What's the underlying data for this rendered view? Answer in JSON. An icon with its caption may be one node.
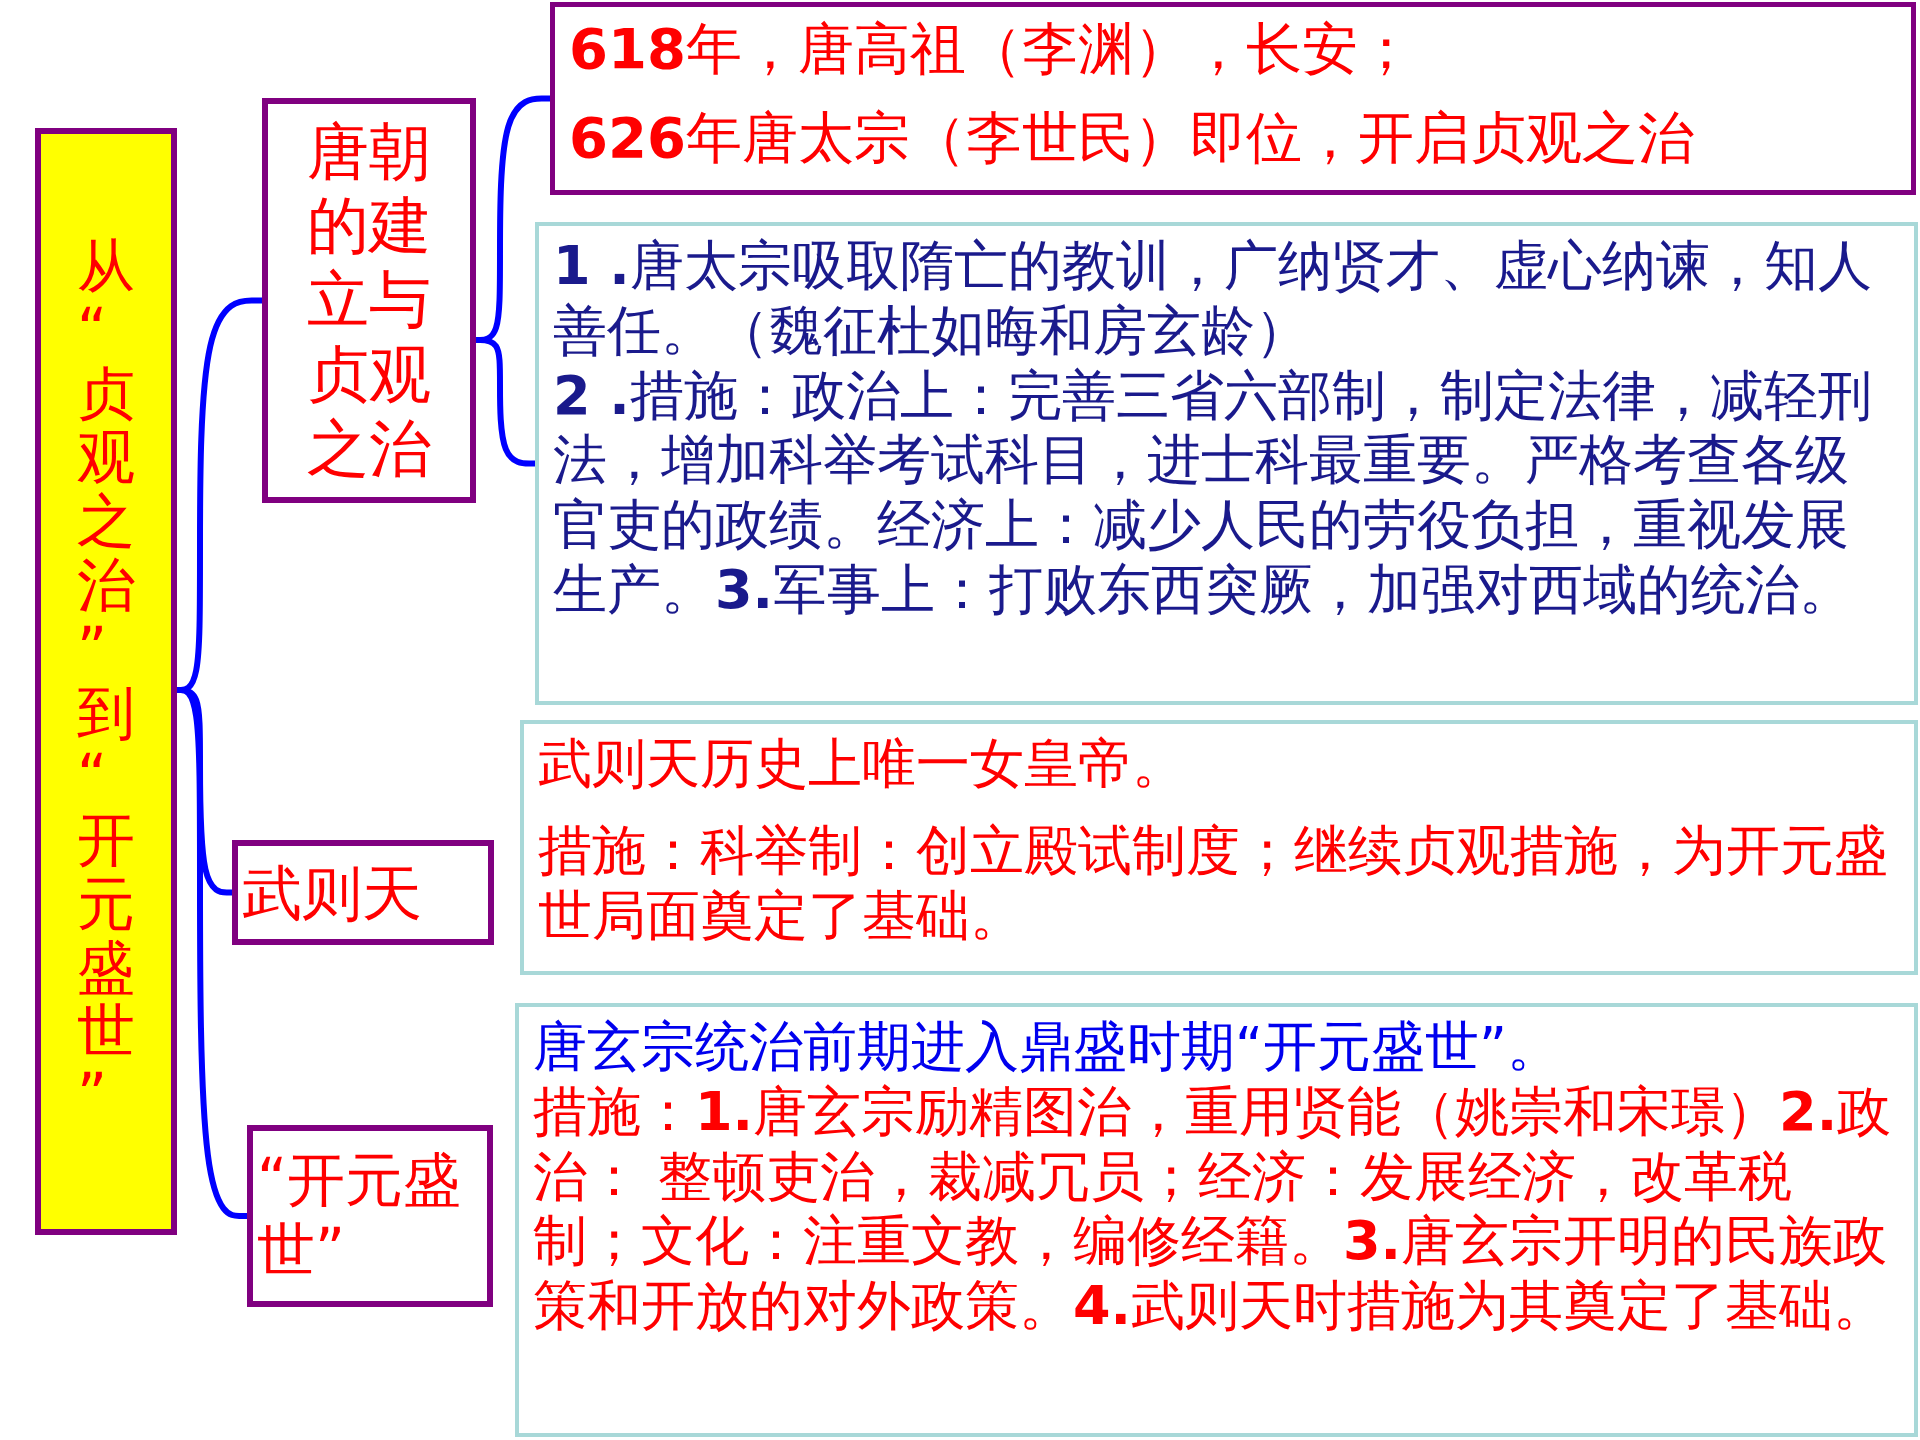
{
  "diagram": {
    "nodes": [
      {
        "text": [
          "从“贞观之治”到“开元盛世”"
        ]
      },
      {
        "text": [
          "唐朝的建立与贞观之治"
        ]
      },
      {
        "text": [
          "武则天"
        ]
      },
      {
        "text": [
          "“开元盛世”"
        ]
      },
      {
        "text": [
          "**618**年，唐高祖（李渊），长安；",
          "**626**年唐太宗（李世民）即位，开启贞观之治"
        ]
      },
      {
        "text": [
          "**1 .**唐太宗吸取隋亡的教训，广纳贤才、虚心纳谏，知人善任。（魏征杜如晦和房玄龄）",
          "**2 .**措施：政治上：完善三省六部制，制定法律，减轻刑法，增加科举考试科目，进士科最重要。严格考查各级官吏的政绩。经济上：减少人民的劳役负担，重视发展生产。**3.**军事上：打败东西突厥，加强对西域的统治。"
        ]
      },
      {
        "text": [
          "武则天历史上唯一女皇帝。",
          "措施：科举制：创立殿试制度；继续贞观措施，为开元盛世局面奠定了基础。"
        ]
      },
      {
        "text": [
          "唐玄宗统治前期进入鼎盛时期“开元盛世”。",
          "措施：**1.**唐玄宗励精图治，重用贤能（姚崇和宋璟）**2.**政治： 整顿吏治，裁减冗员；经济：发展经济，改革税制；文化：注重文教，编修经籍。**3.**唐玄宗开明的民族政策和开放的对外政策。**4.**武则天时措施为其奠定了基础。"
        ]
      }
    ],
    "edges": [
      {
        "from": 0,
        "to": 1,
        "arrow": "none"
      },
      {
        "from": 0,
        "to": 2,
        "arrow": "none"
      },
      {
        "from": 0,
        "to": 3,
        "arrow": "none"
      },
      {
        "from": 1,
        "to": 4,
        "arrow": "none"
      },
      {
        "from": 1,
        "to": 5,
        "arrow": "none"
      }
    ]
  }
}
